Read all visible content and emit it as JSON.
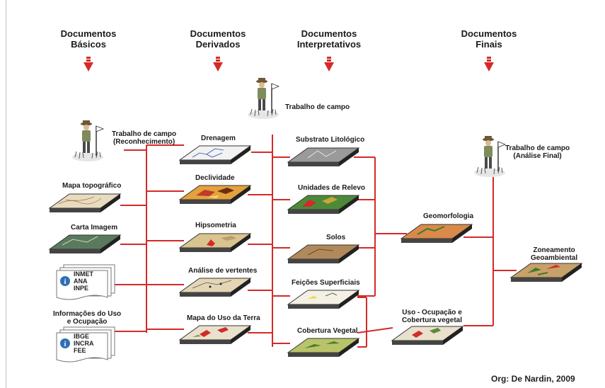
{
  "headers": {
    "basicos": [
      "Documentos",
      "Básicos"
    ],
    "derivados": [
      "Documentos",
      "Derivados"
    ],
    "interpretativos": [
      "Documentos",
      "Interpretativos"
    ],
    "finais": [
      "Documentos",
      "Finais"
    ]
  },
  "labels": {
    "trabalho_campo_top": "Trabalho de campo",
    "trabalho_campo_reconhecimento": [
      "Trabalho de campo",
      "(Reconhecimento)"
    ],
    "trabalho_campo_final": [
      "Trabalho de campo",
      "(Análise Final)"
    ],
    "mapa_topografico": "Mapa topográfico",
    "carta_imagem": "Carta Imagem",
    "info_uso": [
      "Informações do Uso",
      "e Ocupação"
    ],
    "drenagem": "Drenagem",
    "declividade": "Declividade",
    "hipsometria": "Hipsometria",
    "analise_vertentes": "Análise de vertentes",
    "mapa_uso_terra": "Mapa do Uso da Terra",
    "substrato": "Substrato Litológico",
    "unidades_relevo": "Unidades de Relevo",
    "solos": "Solos",
    "feicoes": "Feições Superficiais",
    "cobertura": "Cobertura Vegetal",
    "geomorfologia": "Geomorfologia",
    "uso_ocupacao": [
      "Uso - Ocupação e",
      "Cobertura vegetal"
    ],
    "zoneamento": [
      "Zoneamento",
      "Geoambiental"
    ]
  },
  "doc_lists": {
    "inmet": [
      "INMET",
      "ANA",
      "INPE"
    ],
    "ibge": [
      "IBGE",
      "INCRA",
      "FEE"
    ]
  },
  "credit": "Org: De Nardin, 2009",
  "colors": {
    "connector": "#d42a2a",
    "arrow": "#d42a2a",
    "tile_edge": "#333333"
  }
}
